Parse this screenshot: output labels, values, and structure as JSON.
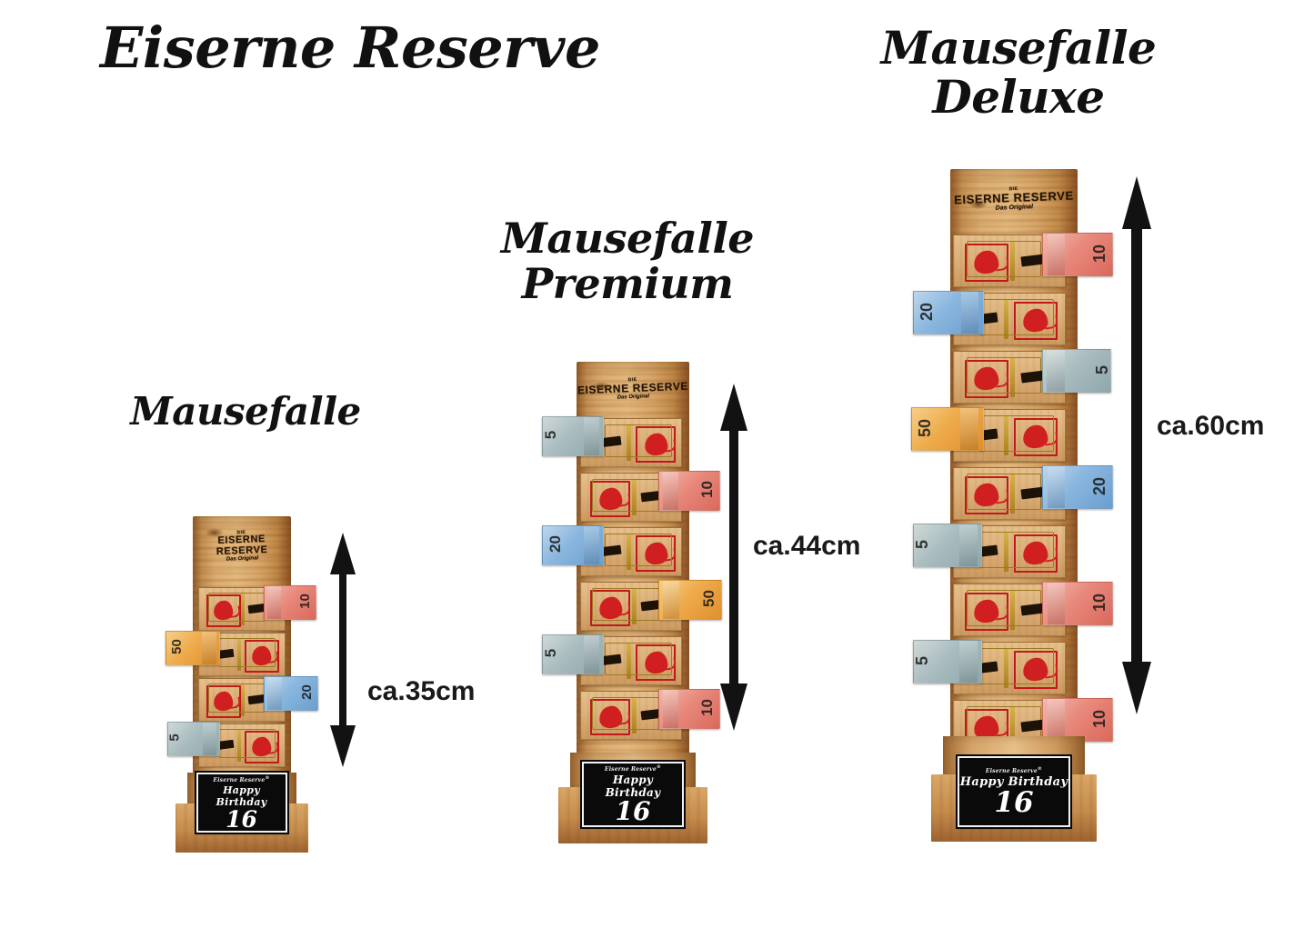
{
  "brand": {
    "title": "Eiserne Reserve"
  },
  "products": [
    {
      "id": "mausefalle",
      "title_lines": [
        "Mausefalle"
      ],
      "dimension": "ca.35cm",
      "burn": {
        "pre": "DIE",
        "main": "EISERNE RESERVE",
        "reg": "®",
        "sub": "Das Original"
      },
      "plaque": {
        "brand": "Eiserne Reserve",
        "reg": "®",
        "greeting": "Happy Birthday",
        "age": "16"
      },
      "trap_count": 4,
      "traps": [
        {
          "note": "10",
          "side": "right"
        },
        {
          "note": "50",
          "side": "left"
        },
        {
          "note": "20",
          "side": "right"
        },
        {
          "note": "5",
          "side": "left"
        }
      ]
    },
    {
      "id": "mausefalle-premium",
      "title_lines": [
        "Mausefalle",
        "Premium"
      ],
      "dimension": "ca.44cm",
      "burn": {
        "pre": "DIE",
        "main": "EISERNE RESERVE",
        "reg": "®",
        "sub": "Das Original"
      },
      "plaque": {
        "brand": "Eiserne Reserve",
        "reg": "®",
        "greeting": "Happy Birthday",
        "age": "16"
      },
      "trap_count": 6,
      "traps": [
        {
          "note": "5",
          "side": "left"
        },
        {
          "note": "10",
          "side": "right"
        },
        {
          "note": "20",
          "side": "left"
        },
        {
          "note": "50",
          "side": "right"
        },
        {
          "note": "5",
          "side": "left"
        },
        {
          "note": "10",
          "side": "right"
        }
      ]
    },
    {
      "id": "mausefalle-deluxe",
      "title_lines": [
        "Mausefalle",
        "Deluxe"
      ],
      "dimension": "ca.60cm",
      "burn": {
        "pre": "DIE",
        "main": "EISERNE RESERVE",
        "reg": "®",
        "sub": "Das Original"
      },
      "plaque": {
        "brand": "Eiserne Reserve",
        "reg": "®",
        "greeting": "Happy Birthday",
        "age": "16"
      },
      "trap_count": 9,
      "traps": [
        {
          "note": "10",
          "side": "right"
        },
        {
          "note": "20",
          "side": "left"
        },
        {
          "note": "5",
          "side": "right"
        },
        {
          "note": "50",
          "side": "left"
        },
        {
          "note": "20",
          "side": "right"
        },
        {
          "note": "5",
          "side": "left"
        },
        {
          "note": "10",
          "side": "right"
        },
        {
          "note": "5",
          "side": "left"
        },
        {
          "note": "10",
          "side": "right"
        }
      ]
    }
  ],
  "colors": {
    "background": "#ffffff",
    "text": "#111111",
    "wood_light": "#e4b97c",
    "wood_dark": "#94572a",
    "plaque_bg": "#0a0a0a",
    "plaque_text": "#ffffff",
    "mouse_red": "#cf1f20",
    "note_5": "#a9bcc0",
    "note_10": "#e8897c",
    "note_20": "#89b6de",
    "note_50": "#eeab4c"
  }
}
